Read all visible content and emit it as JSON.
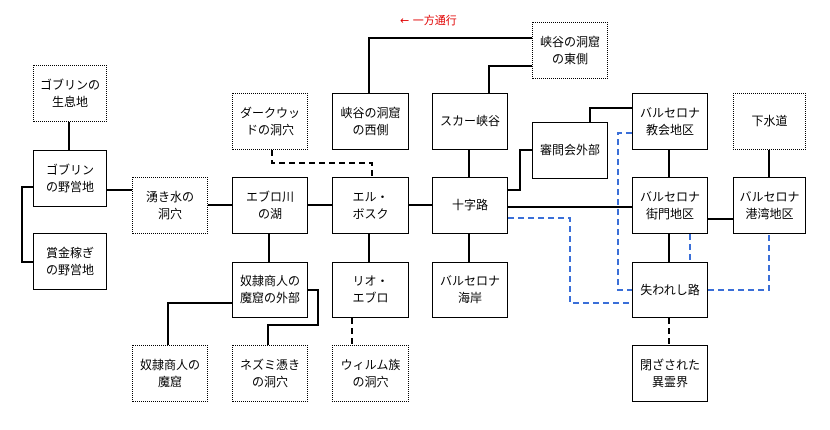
{
  "legend": {
    "one_way": "← 一方通行"
  },
  "colors": {
    "line": "#000000",
    "alt_route": "#3a6fd8",
    "legend": "#e00000"
  },
  "locations": {
    "goblin_habitat": "ゴブリンの\n生息地",
    "goblin_camp": "ゴブリン\nの野営地",
    "bounty_camp": "賞金稼ぎ\nの野営地",
    "spring_cave": "湧き水の\n洞穴",
    "dark_cave": "ダークウッ\nドの洞穴",
    "ebro_lake": "エブロ川\nの湖",
    "slave_outside": "奴隷商人の\n魔窟の外部",
    "slave_den": "奴隷商人の\n魔窟",
    "rat_cave": "ネズミ憑き\nの洞穴",
    "canyon_west": "峡谷の洞窟\nの西側",
    "el_bosque": "エル・\nボスク",
    "rio_ebro": "リオ・\nエブロ",
    "willum_cave": "ウィルム族\nの洞穴",
    "canyon_east": "峡谷の洞窟\nの東側",
    "scar_canyon": "スカー峡谷",
    "crossroads": "十字路",
    "barcelona_coast": "バルセロナ\n海岸",
    "order_outside": "審問会外部",
    "church_district": "バルセロナ\n教会地区",
    "gate_district": "バルセロナ\n街門地区",
    "sewer": "下水道",
    "harbor_district": "バルセロナ\n港湾地区",
    "lost_road": "失われし路",
    "sealed_realm": "閉ざされた\n異霊界"
  }
}
